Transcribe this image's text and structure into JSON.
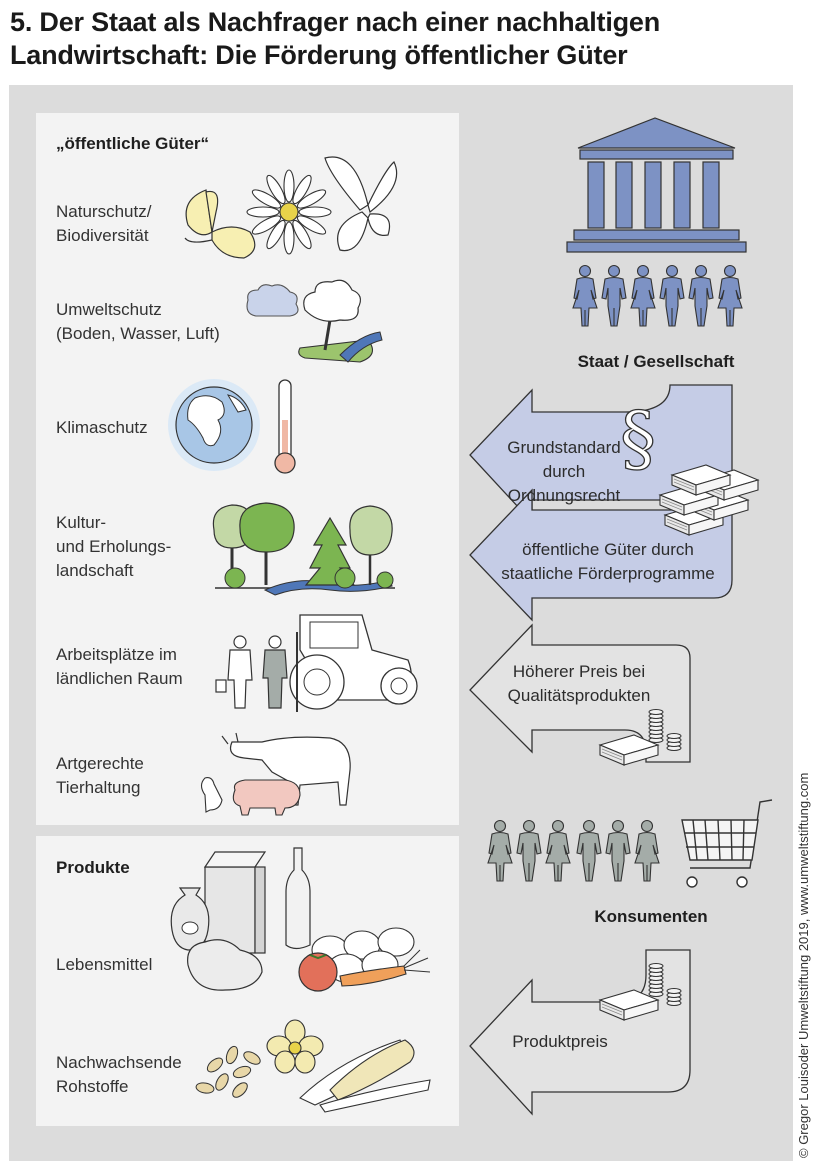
{
  "title": {
    "line1": "5. Der Staat als Nachfrager nach einer nachhaltigen",
    "line2": "Landwirtschaft: Die Förderung öffentlicher Güter"
  },
  "public_goods": {
    "heading": "„öffentliche Güter“",
    "items": [
      {
        "label": "Naturschutz/\nBiodiversität",
        "icon": "butterfly-flower-icon"
      },
      {
        "label": "Umweltschutz\n(Boden, Wasser, Luft)",
        "icon": "tree-river-icon"
      },
      {
        "label": "Klimaschutz",
        "icon": "globe-thermometer-icon"
      },
      {
        "label": "Kultur-\nund Erholungs-\nlandschaft",
        "icon": "landscape-icon"
      },
      {
        "label": "Arbeitsplätze im\nländlichen Raum",
        "icon": "farmer-tractor-icon"
      },
      {
        "label": "Artgerechte\nTierhaltung",
        "icon": "farm-animals-icon"
      }
    ]
  },
  "products": {
    "heading": "Produkte",
    "items": [
      {
        "label": "Lebensmittel",
        "icon": "groceries-icon"
      },
      {
        "label": "Nachwachsende\nRohstoffe",
        "icon": "seeds-corn-icon"
      }
    ]
  },
  "right": {
    "state_label": "Staat / Gesellschaft",
    "arrow1": "Grundstandard\ndurch\nOrdnungsrecht",
    "arrow2": "öffentliche Güter durch\nstaatliche Förderprogramme",
    "arrow3": "Höherer Preis bei\nQualitätsprodukten",
    "consumers_label": "Konsumenten",
    "arrow4": "Produktpreis",
    "paragraph_symbol": "§"
  },
  "copyright": "© Gregor Louisoder Umweltstiftung 2019, www.umweltstiftung.com",
  "colors": {
    "state_blue": "#7d92c4",
    "arrow_blue": "#c5cce6",
    "arrow_grey": "#e3e3e3",
    "consumer_grey": "#a4aca8",
    "panel": "#f3f3f3",
    "background": "#dcdcdc"
  }
}
